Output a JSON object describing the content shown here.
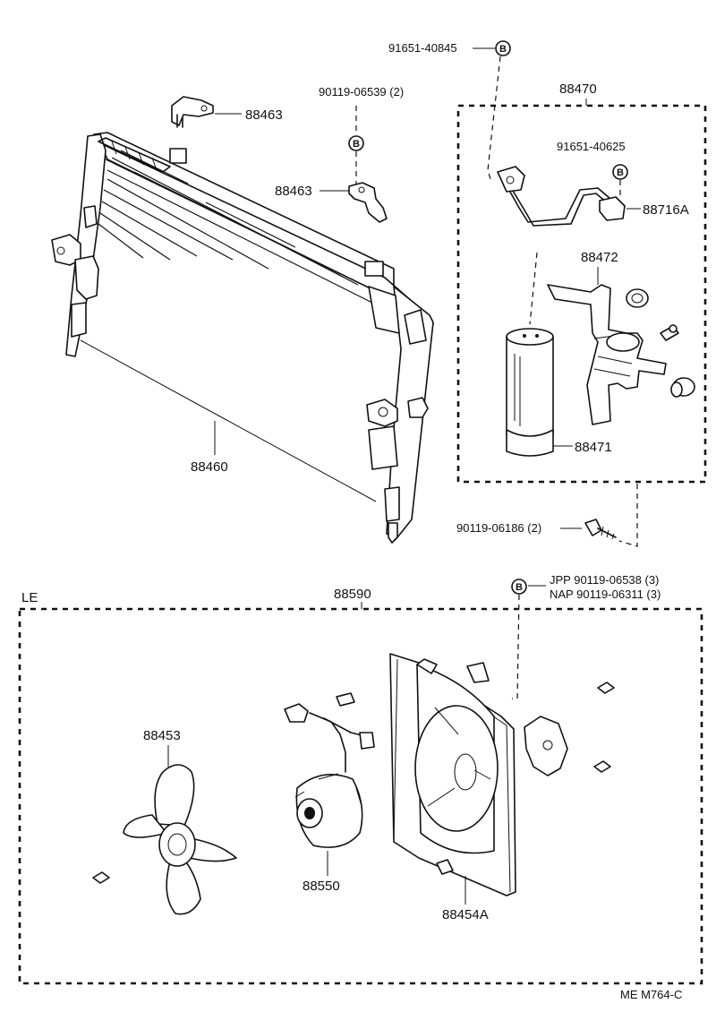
{
  "labels": {
    "p91651_40845": "91651-40845",
    "p90119_06539": "90119-06539 (2)",
    "p88463_top": "88463",
    "p88463_mid": "88463",
    "p88460": "88460",
    "p88470": "88470",
    "p91651_40625": "91651-40625",
    "p88716A": "88716A",
    "p88472": "88472",
    "p88471": "88471",
    "p90119_06186": "90119-06186 (2)",
    "le": "LE",
    "p88590": "88590",
    "jpp": "JPP  90119-06538 (3)",
    "nap": "NAP 90119-06311 (3)",
    "p88453": "88453",
    "p88550": "88550",
    "p88454A": "88454A",
    "footer": "ME  M764-C"
  },
  "marker_letter": "B"
}
